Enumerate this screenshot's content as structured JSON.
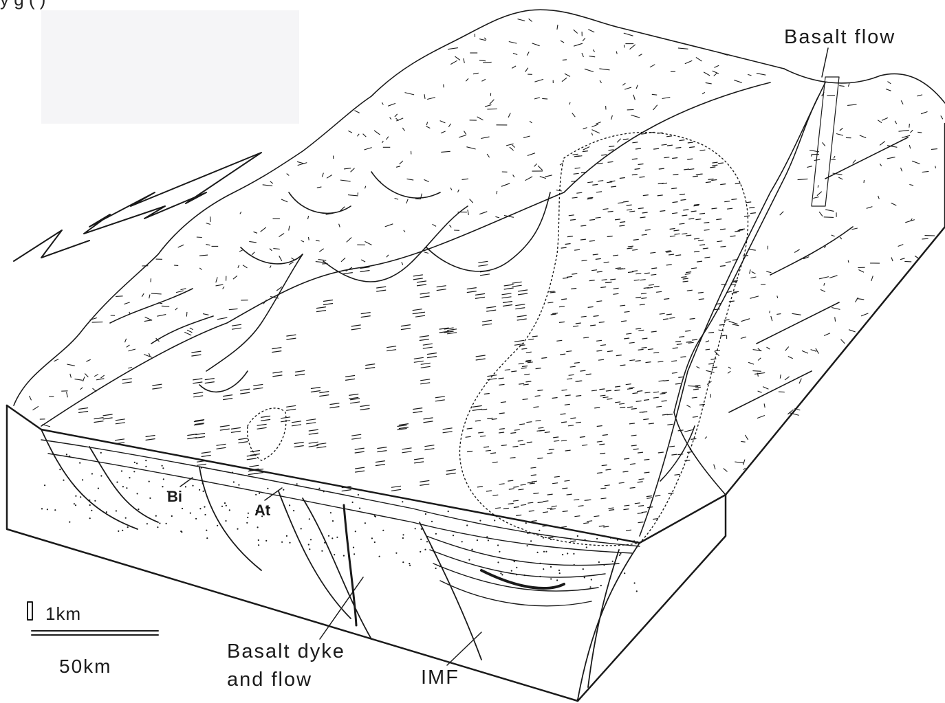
{
  "caption": "y g  (  )",
  "labels": {
    "basalt_flow": "Basalt flow",
    "bi": "Bi",
    "at": "At",
    "basalt_dyke_line1": "Basalt dyke",
    "basalt_dyke_line2": "and flow",
    "imf": "IMF"
  },
  "scale_bar": {
    "vertical": "1km",
    "horizontal": "50km"
  },
  "icons": {
    "north_arrow": "north-arrow-icon"
  },
  "colors": {
    "ink": "#1a1a1a",
    "paper": "#ffffff"
  }
}
